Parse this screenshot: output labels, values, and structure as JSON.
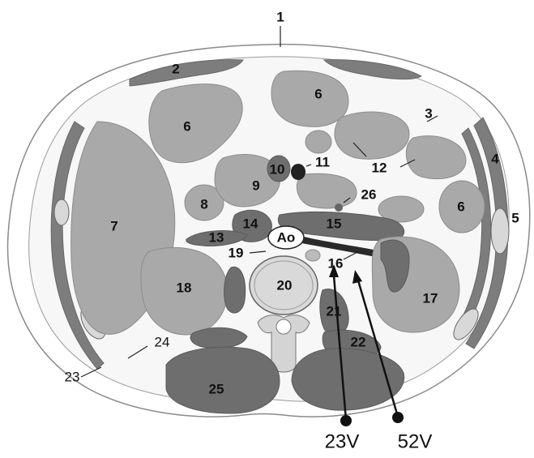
{
  "labels": {
    "l1": "1",
    "l2": "2",
    "l3": "3",
    "l4": "4",
    "l5": "5",
    "l6a": "6",
    "l6b": "6",
    "l6c": "6",
    "l7": "7",
    "l8": "8",
    "l9": "9",
    "l10": "10",
    "l11": "11",
    "l12": "12",
    "l13": "13",
    "l14": "14",
    "l15": "15",
    "l16": "16",
    "l17": "17",
    "l18": "18",
    "l19": "19",
    "l20": "20",
    "l21": "21",
    "l22": "22",
    "l23": "23",
    "l24": "24",
    "l25": "25",
    "l26": "26",
    "ao": "Ao"
  },
  "needles": {
    "n23": "23V",
    "n52": "52V"
  }
}
